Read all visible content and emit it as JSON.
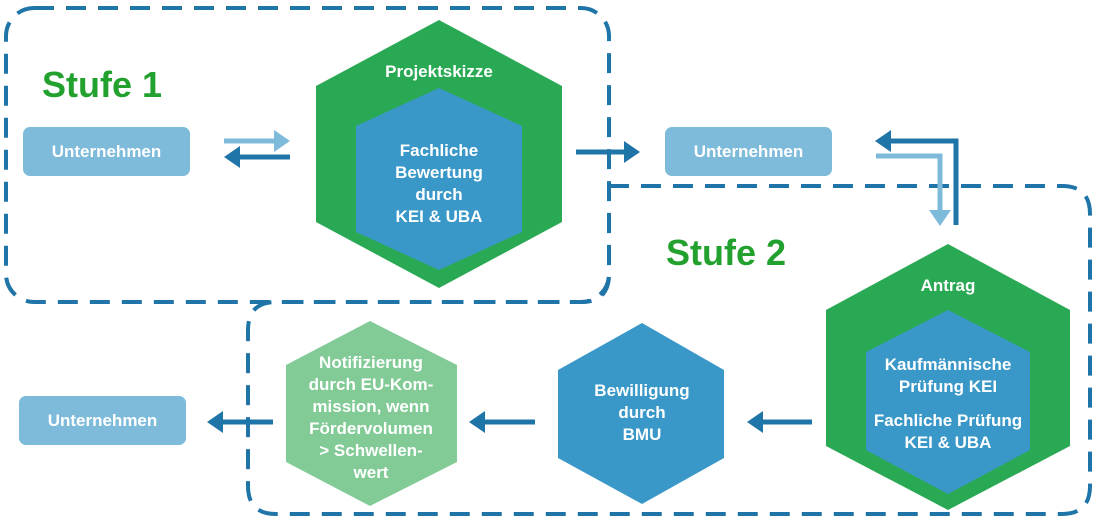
{
  "stages": {
    "stage1": "Stufe 1",
    "stage2": "Stufe 2"
  },
  "boxes": {
    "company_start": "Unternehmen",
    "company_mid": "Unternehmen",
    "company_end": "Unternehmen"
  },
  "hex_sketch": {
    "outer_title": "Projektskizze",
    "inner_lines": [
      "Fachliche",
      "Bewertung",
      "durch",
      "KEI & UBA"
    ]
  },
  "hex_application": {
    "outer_title": "Antrag",
    "inner_lines_a": [
      "Kaufmännische",
      "Prüfung KEI"
    ],
    "inner_lines_b": [
      "Fachliche Prüfung",
      "KEI & UBA"
    ]
  },
  "hex_approval": {
    "lines": [
      "Bewilligung",
      "durch",
      "BMU"
    ]
  },
  "hex_notification": {
    "lines": [
      "Notifizierung",
      "durch EU-Kom-",
      "mission, wenn",
      "Fördervolumen",
      "> Schwellen-",
      "wert"
    ]
  },
  "colors": {
    "dark_green": "#2aa954",
    "mid_blue": "#3a98c8",
    "light_blue": "#7ebbdb",
    "light_green": "#82cb97",
    "dash_blue": "#1f74a8",
    "stage_green": "#22a12f"
  }
}
